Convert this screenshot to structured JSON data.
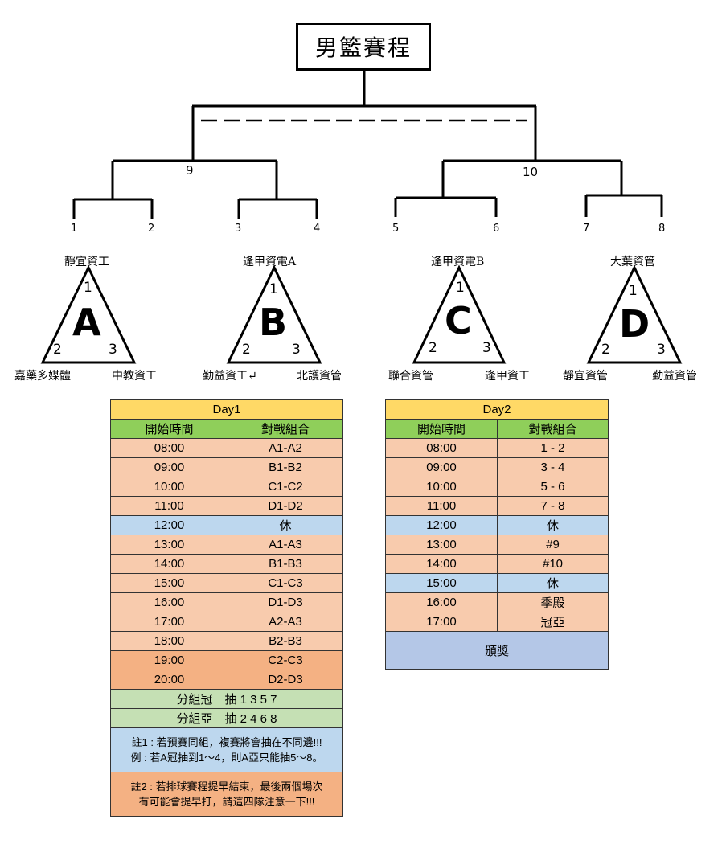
{
  "title": "男籃賽程",
  "bracket": {
    "round_labels": [
      "9",
      "10"
    ],
    "seeds": [
      "1",
      "2",
      "3",
      "4",
      "5",
      "6",
      "7",
      "8"
    ]
  },
  "groups": [
    {
      "letter": "A",
      "top": "靜宜資工",
      "left": "嘉藥多媒體",
      "right": "中教資工",
      "n1": "1",
      "n2": "2",
      "n3": "3"
    },
    {
      "letter": "B",
      "top": "逢甲資電A",
      "left": "勤益資工↵",
      "right": "北護資管",
      "n1": "1",
      "n2": "2",
      "n3": "3"
    },
    {
      "letter": "C",
      "top": "逢甲資電B",
      "left": "聯合資管",
      "right": "逢甲資工",
      "n1": "1",
      "n2": "2",
      "n3": "3"
    },
    {
      "letter": "D",
      "top": "大葉資管",
      "left": "靜宜資管",
      "right": "勤益資管",
      "n1": "1",
      "n2": "2",
      "n3": "3"
    }
  ],
  "day1": {
    "title": "Day1",
    "headers": [
      "開始時間",
      "對戰組合"
    ],
    "rows": [
      {
        "time": "08:00",
        "match": "A1-A2",
        "style": "peach"
      },
      {
        "time": "09:00",
        "match": "B1-B2",
        "style": "peach"
      },
      {
        "time": "10:00",
        "match": "C1-C2",
        "style": "peach"
      },
      {
        "time": "11:00",
        "match": "D1-D2",
        "style": "peach"
      },
      {
        "time": "12:00",
        "match": "休",
        "style": "blue"
      },
      {
        "time": "13:00",
        "match": "A1-A3",
        "style": "peach"
      },
      {
        "time": "14:00",
        "match": "B1-B3",
        "style": "peach"
      },
      {
        "time": "15:00",
        "match": "C1-C3",
        "style": "peach"
      },
      {
        "time": "16:00",
        "match": "D1-D3",
        "style": "peach"
      },
      {
        "time": "17:00",
        "match": "A2-A3",
        "style": "peach"
      },
      {
        "time": "18:00",
        "match": "B2-B3",
        "style": "peach"
      },
      {
        "time": "19:00",
        "match": "C2-C3",
        "style": "orange"
      },
      {
        "time": "20:00",
        "match": "D2-D3",
        "style": "orange"
      }
    ],
    "draw1": "分組冠　抽 1 3 5 7",
    "draw2": "分組亞　抽 2 4 6 8",
    "note1_a": "註1 : 若預賽同組，複賽將會抽在不同邊!!!",
    "note1_b": "例 : 若A冠抽到1～4，則A亞只能抽5～8。",
    "note2_a": "註2 : 若排球賽程提早結束，最後兩個場次",
    "note2_b": "有可能會提早打，請這四隊注意一下!!!"
  },
  "day2": {
    "title": "Day2",
    "headers": [
      "開始時間",
      "對戰組合"
    ],
    "rows": [
      {
        "time": "08:00",
        "match": "1 - 2",
        "style": "peach"
      },
      {
        "time": "09:00",
        "match": "3 - 4",
        "style": "peach"
      },
      {
        "time": "10:00",
        "match": "5 - 6",
        "style": "peach"
      },
      {
        "time": "11:00",
        "match": "7 - 8",
        "style": "peach"
      },
      {
        "time": "12:00",
        "match": "休",
        "style": "blue"
      },
      {
        "time": "13:00",
        "match": "#9",
        "style": "peach"
      },
      {
        "time": "14:00",
        "match": "#10",
        "style": "peach"
      },
      {
        "time": "15:00",
        "match": "休",
        "style": "blue"
      },
      {
        "time": "16:00",
        "match": "季殿",
        "style": "peach"
      },
      {
        "time": "17:00",
        "match": "冠亞",
        "style": "peach"
      }
    ],
    "award": "頒獎"
  }
}
